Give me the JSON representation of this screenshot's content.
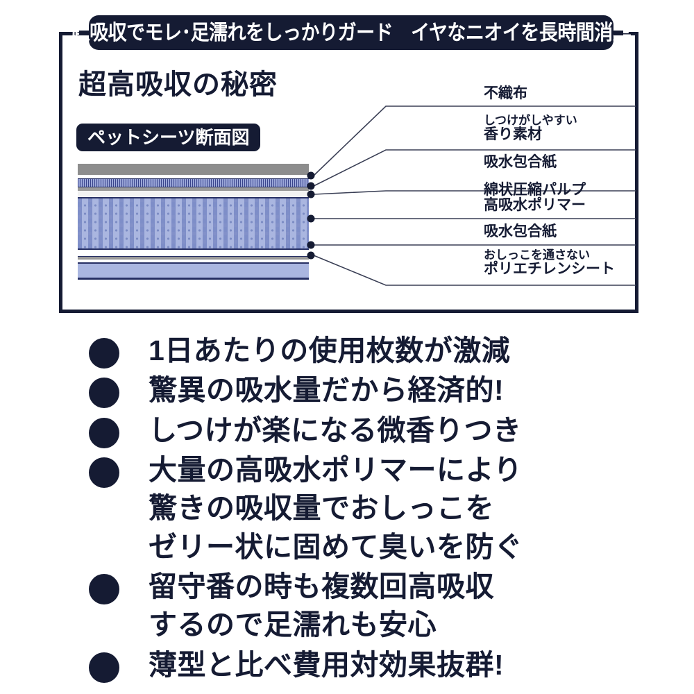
{
  "banner": {
    "left_text": "超吸収でモレ･足濡れをしっかりガード",
    "right_text": "イヤなニオイを長時間消臭",
    "background_color": "#151b33",
    "text_color": "#ffffff"
  },
  "panel": {
    "heading": "超高吸収の秘密",
    "badge_label": "ペットシーツ断面図",
    "border_color": "#151b33"
  },
  "diagram": {
    "name": "ペットシーツ断面図",
    "layers": [
      {
        "id": "nonwoven",
        "label": "不織布",
        "color": "#8d8d8d",
        "pattern": "crenellated"
      },
      {
        "id": "scent",
        "label": "香り素材",
        "color": "#39448c",
        "pattern": "vertical-hatch"
      },
      {
        "id": "absorb-top",
        "label": "吸水包合紙",
        "color": "#f2f2f2",
        "pattern": "solid"
      },
      {
        "id": "pulp",
        "label": "綿状圧縮パルプ",
        "color": "#aab6e0",
        "pattern": "dotted-grid"
      },
      {
        "id": "absorb-bot",
        "label": "吸水包合紙",
        "color": "#9a9a9a",
        "pattern": "solid"
      },
      {
        "id": "polyethylene",
        "label": "ポリエチレンシート",
        "color": "#aab6e0",
        "pattern": "solid"
      }
    ]
  },
  "callouts": [
    {
      "sub": "",
      "main": "不織布"
    },
    {
      "sub": "しつけがしやすい",
      "main": "香り素材"
    },
    {
      "sub": "",
      "main": "吸水包合紙"
    },
    {
      "sub": "綿状圧縮パルプ",
      "main": "高吸水ポリマー"
    },
    {
      "sub": "",
      "main": "吸水包合紙"
    },
    {
      "sub": "おしっこを通さない",
      "main": "ポリエチレンシート"
    }
  ],
  "bullets": [
    {
      "lines": [
        "1日あたりの使用枚数が激減"
      ]
    },
    {
      "lines": [
        "驚異の吸水量だから経済的!"
      ]
    },
    {
      "lines": [
        "しつけが楽になる微香りつき"
      ]
    },
    {
      "lines": [
        "大量の高吸水ポリマーにより",
        "驚きの吸収量でおしっこを",
        "ゼリー状に固めて臭いを防ぐ"
      ]
    },
    {
      "lines": [
        "留守番の時も複数回高吸収",
        "するので足濡れも安心"
      ]
    },
    {
      "lines": [
        "薄型と比べ費用対効果抜群!"
      ]
    }
  ],
  "colors": {
    "ink": "#151b33",
    "page_background": "#ffffff",
    "leader_line": "#3a3f55"
  }
}
